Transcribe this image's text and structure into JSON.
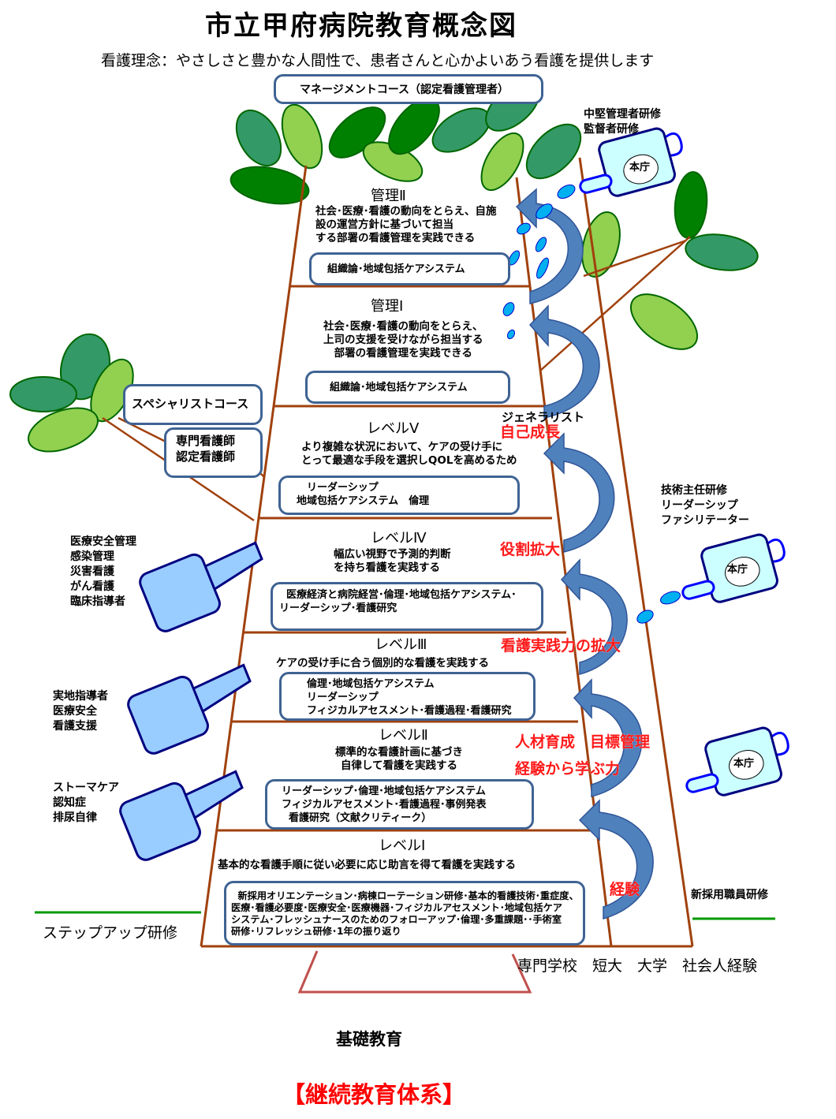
{
  "title": "市立甲府病院教育概念図",
  "philosophy": "看護理念：やさしさと豊かな人間性で、患者さんと心かよいあう看護を提供します",
  "management_course": "マネージメントコース（認定看護管理者）",
  "specialist_course": "スペシャリストコース",
  "specialist_roles": "専門看護師\n認定看護師",
  "levels": [
    {
      "name": "管理Ⅱ",
      "desc": "社会･医療･看護の動向をとらえ、自施\n設の運営方針に基づいて担当\nする部署の看護管理を実践できる",
      "box": "組織論･地域包括ケアシステム"
    },
    {
      "name": "管理Ⅰ",
      "desc": "社会･医療･看護の動向をとらえ、\n上司の支援を受けながら担当する\n部署の看護管理を実践できる",
      "box": "組織論･地域包括ケアシステム"
    },
    {
      "name": "レベルⅤ",
      "desc": "より複雑な状況において、ケアの受け手に\nとって最適な手段を選択しQOLを高めるため",
      "box": "　リーダーシップ\n地域包括ケアシステム　倫理"
    },
    {
      "name": "レベルⅣ",
      "desc": "幅広い視野で予測的判断\nを持ち看護を実践する",
      "box": "  医療経済と病院経営･倫理･地域包括ケアシステム･\nリーダーシップ･看護研究"
    },
    {
      "name": "レベルⅢ",
      "desc": "ケアの受け手に合う個別的な看護を実践する",
      "box": "倫理･地域包括ケアシステム\nリーダーシップ\nフィジカルアセスメント･看護過程･看護研究"
    },
    {
      "name": "レベルⅡ",
      "desc": "標準的な看護計画に基づき\n自律して看護を実践する",
      "box": "リーダーシップ･倫理･地域包括ケアシステム\nフィジカルアセスメント･看護過程･事例発表\n  看護研究（文献クリティーク）"
    },
    {
      "name": "レベルⅠ",
      "desc": "基本的な看護手順に従い必要に応じ助言を得て看護を実践する",
      "box": "  新採用オリエンテーション･病棟ローテーション研修･基本的看護技術･重症度、\n医療･看護必要度･医療安全･医療機器･フィジカルアセスメント･地域包括ケア\nシステム･フレッシュナースのためのフォローアップ･倫理･多重課題･･手術室\n研修･リフレッシュ研修･1年の振り返り"
    }
  ],
  "left_labels": [
    "医療安全管理\n感染管理\n災害看護\nがん看護\n臨床指導者",
    "実地指導者\n医療安全\n看護支援",
    "ストーマケア\n認知症\n排尿自律"
  ],
  "right_labels": {
    "mid_manager": "中堅管理者研修\n監督者研修",
    "tech_chief": "技術主任研修\nリーダーシップ\nファシリテーター",
    "new_staff": "新採用職員研修",
    "can_label": "本庁"
  },
  "growth_labels": {
    "generalist": "ジェネラリスト",
    "self_growth": "自己成長",
    "role_expansion": "役割拡大",
    "practice_expansion": "看護実践力の拡大",
    "hr_development": "人材育成　目標管理",
    "learn_experience": "経験から学ぶ力",
    "experience": "経験"
  },
  "step_up": "ステップアップ研修",
  "backgrounds": "専門学校　短大　大学　社会人経験",
  "basic_education": "基礎教育",
  "footer": "【継続教育体系】",
  "colors": {
    "frame": "#a0410d",
    "box_border": "#3f6393",
    "arrow": "#4f81bd",
    "drop": "#00b0f0",
    "leaf_dark": "#008000",
    "leaf_light": "#92d050",
    "red": "#ff0000",
    "can": "#ccffff",
    "bottle": "#99ccff"
  }
}
